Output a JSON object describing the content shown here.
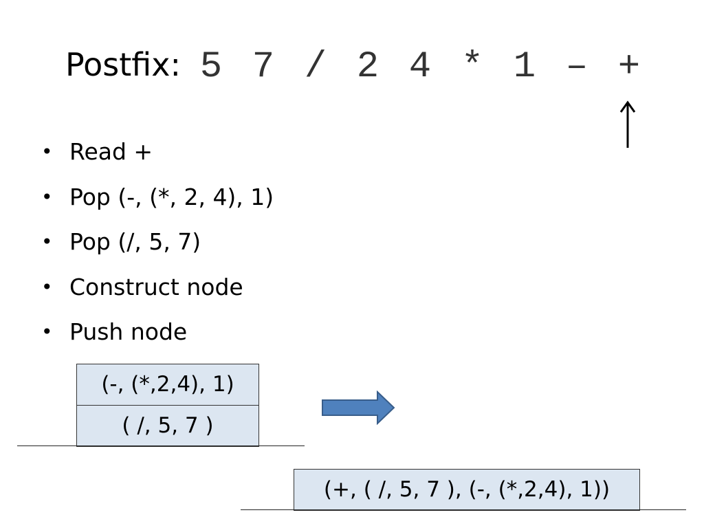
{
  "title": {
    "label": "Postfix:",
    "tokens": [
      "5",
      "7",
      "/",
      "2",
      "4",
      "*",
      "1",
      "–",
      "+"
    ]
  },
  "bullets": [
    "Read +",
    "Pop (-, (*, 2, 4), 1)",
    "Pop (/, 5, 7)",
    "Construct node",
    "Push node"
  ],
  "stack_before": [
    "(-, (*,2,4), 1)",
    "( /, 5, 7 )"
  ],
  "stack_after": [
    "(+, ( /, 5, 7 ), (-, (*,2,4), 1))"
  ],
  "colors": {
    "box_fill": "#dce6f1",
    "arrow_fill": "#4f81bd",
    "arrow_stroke": "#385d8a"
  }
}
